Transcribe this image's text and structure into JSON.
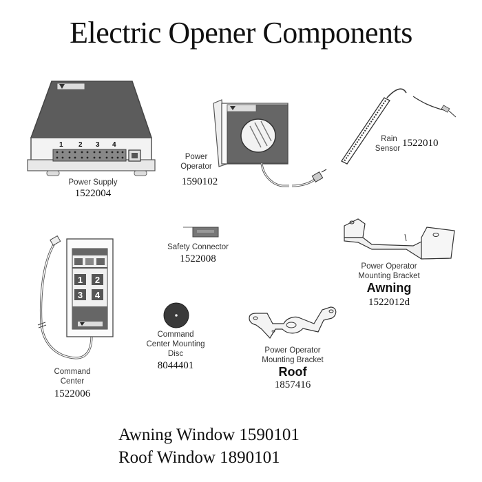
{
  "title": "Electric Opener Components",
  "components": [
    {
      "id": "power-supply",
      "name": "Power Supply",
      "part_number": "1522004",
      "port_labels": [
        "1",
        "2",
        "3",
        "4"
      ]
    },
    {
      "id": "power-operator",
      "name_lines": [
        "Power",
        "Operator"
      ],
      "part_number": "1590102"
    },
    {
      "id": "rain-sensor",
      "name_lines": [
        "Rain",
        "Sensor"
      ],
      "part_number": "1522010"
    },
    {
      "id": "safety-connector",
      "name": "Safety Connector",
      "part_number": "1522008"
    },
    {
      "id": "awning-bracket",
      "name_lines": [
        "Power Operator",
        "Mounting Bracket"
      ],
      "variant": "Awning",
      "part_number": "1522012d"
    },
    {
      "id": "command-center",
      "name_lines": [
        "Command",
        "Center"
      ],
      "part_number": "1522006",
      "buttons": [
        "1",
        "2",
        "3",
        "4"
      ]
    },
    {
      "id": "mounting-disc",
      "name_lines": [
        "Command",
        "Center Mounting",
        "Disc"
      ],
      "part_number": "8044401"
    },
    {
      "id": "roof-bracket",
      "name_lines": [
        "Power Operator",
        "Mounting Bracket"
      ],
      "variant": "Roof",
      "part_number": "1857416"
    }
  ],
  "footer": {
    "lines": [
      "Awning Window 1590101",
      "Roof Window 1890101"
    ]
  },
  "colors": {
    "device_dark": "#5a5a5a",
    "outline": "#444444",
    "panel_light": "#eeeeee"
  }
}
